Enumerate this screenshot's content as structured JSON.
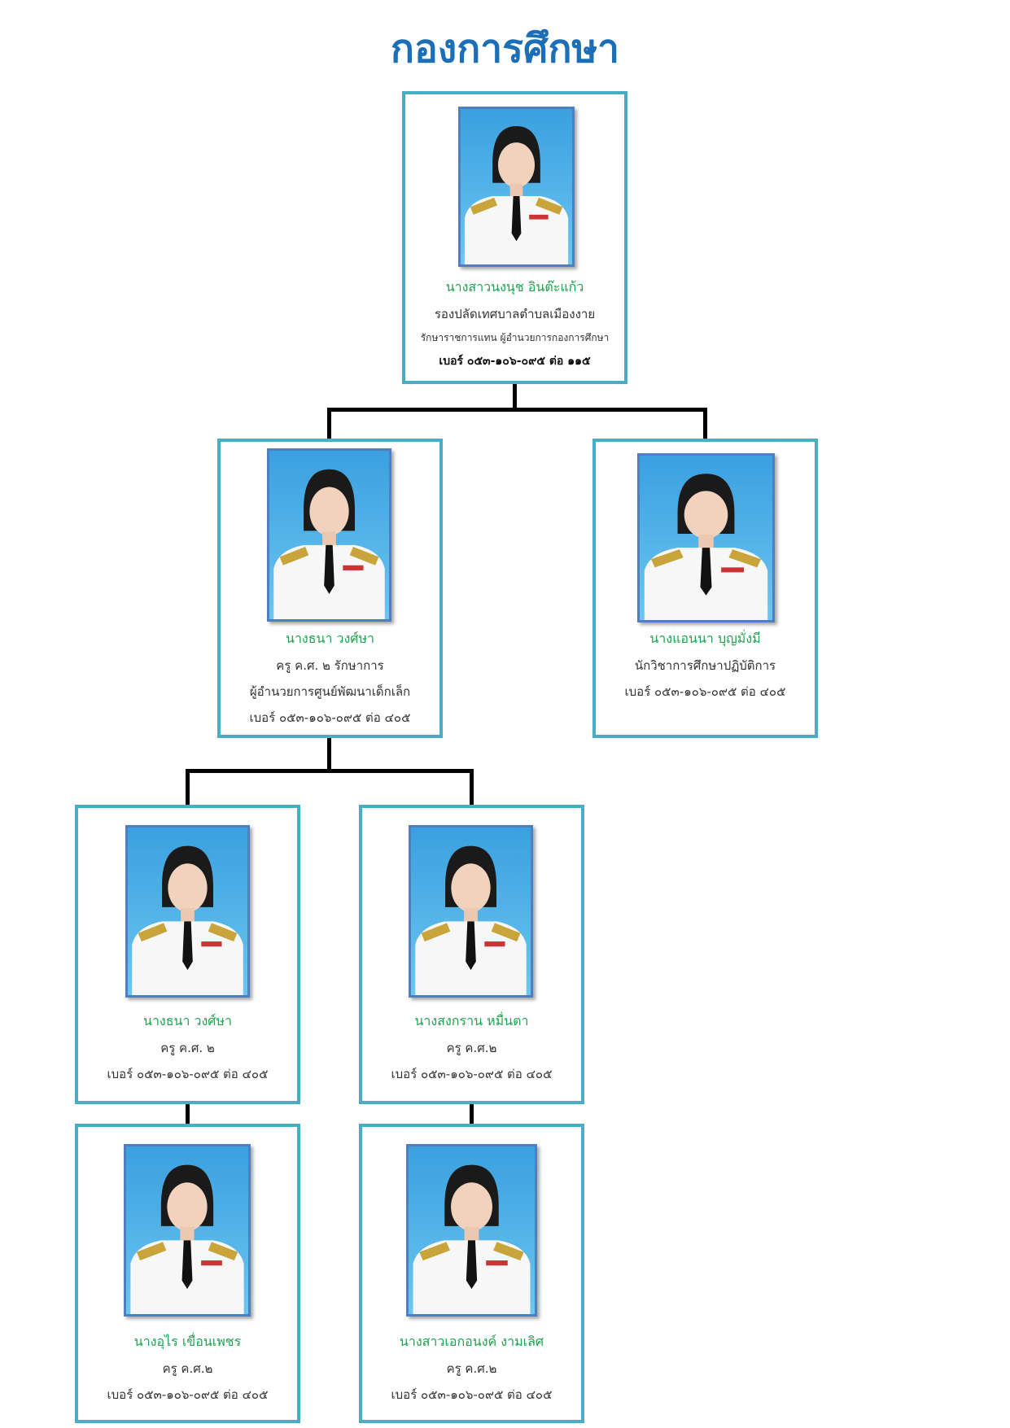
{
  "title": "กองการศึกษา",
  "colors": {
    "title": "#1c6fb6",
    "name": "#1ea34f",
    "border": "#4bacc6",
    "connector": "#000000"
  },
  "people": [
    {
      "name": "นางสาวนงนุช อินต๊ะแก้ว",
      "lines": [
        "รองปลัดเทศบาลตำบลเมืองงาย",
        "รักษาราชการแทน ผู้อำนวยการกองการศึกษา",
        "เบอร์ ๐๕๓-๑๐๖-๐๙๕ ต่อ ๑๑๕"
      ]
    },
    {
      "name": "นางธนา  วงศ์ษา",
      "lines": [
        "ครู ค.ศ. ๒  รักษาการ",
        "ผู้อำนวยการศูนย์พัฒนาเด็กเล็ก",
        "เบอร์ ๐๕๓-๑๐๖-๐๙๕ ต่อ ๔๐๕"
      ]
    },
    {
      "name": "นางแอนนา บุญมั่งมี",
      "lines": [
        "นักวิชาการศึกษาปฏิบัติการ",
        "เบอร์ ๐๕๓-๑๐๖-๐๙๕ ต่อ ๔๐๕"
      ]
    },
    {
      "name": "นางธนา  วงศ์ษา",
      "lines": [
        "ครู ค.ศ. ๒",
        "เบอร์ ๐๕๓-๑๐๖-๐๙๕ ต่อ ๔๐๕"
      ]
    },
    {
      "name": "นางสงกราน  หมื่นตา",
      "lines": [
        "ครู ค.ศ.๒",
        "เบอร์ ๐๕๓-๑๐๖-๐๙๕ ต่อ ๔๐๕"
      ]
    },
    {
      "name": "นางอุไร  เขื่อนเพชร",
      "lines": [
        "ครู ค.ศ.๒",
        "เบอร์ ๐๕๓-๑๐๖-๐๙๕ ต่อ ๔๐๕"
      ]
    },
    {
      "name": "นางสาวเอกอนงค์  งามเลิศ",
      "lines": [
        "ครู ค.ศ.๒",
        "เบอร์ ๐๕๓-๑๐๖-๐๙๕ ต่อ ๔๐๕"
      ]
    }
  ]
}
